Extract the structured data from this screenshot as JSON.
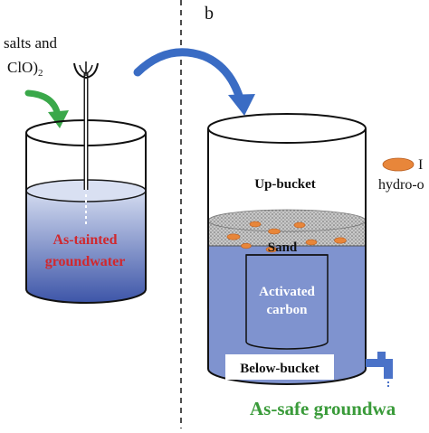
{
  "panel_label": "b",
  "left_panel": {
    "reagent_line1": "salts and",
    "reagent_line2_main": "ClO)",
    "reagent_line2_sub": "2",
    "water_label_line1": "As-tainted",
    "water_label_line2": "groundwater"
  },
  "right_panel": {
    "up_bucket_label": "Up-bucket",
    "sand_label": "Sand",
    "carbon_label_line1": "Activated",
    "carbon_label_line2": "carbon",
    "below_bucket_label": "Below-bucket",
    "output_label": "As-safe groundwa",
    "legend_label_partial": "hydro-o",
    "legend_letter_partial": "I"
  },
  "colors": {
    "water_top": "#c9d3ec",
    "water_bottom": "#3d55a8",
    "tank_water": "#7f93cf",
    "red_text": "#d0282e",
    "green_text": "#3a9b3a",
    "green_arrow": "#3aa84a",
    "blue_arrow": "#3a6cc4",
    "particle": "#e8863a",
    "tap": "#4a72c8"
  }
}
